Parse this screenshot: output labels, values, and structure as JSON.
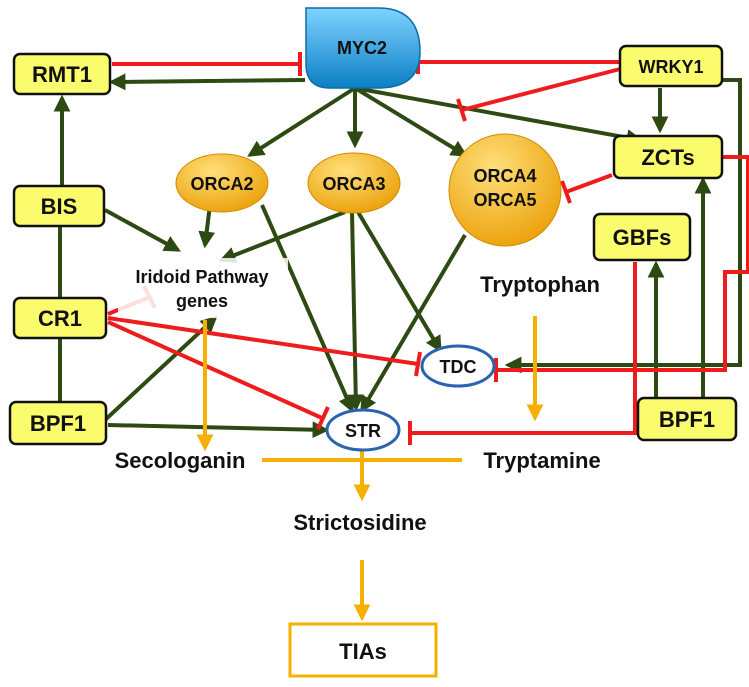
{
  "nodes": {
    "myc2": "MYC2",
    "rmt1": "RMT1",
    "wrky1": "WRKY1",
    "bis": "BIS",
    "cr1": "CR1",
    "bpf1_left": "BPF1",
    "zcts": "ZCTs",
    "gbfs": "GBFs",
    "bpf1_right": "BPF1",
    "orca2": "ORCA2",
    "orca3": "ORCA3",
    "orca45_line1": "ORCA4",
    "orca45_line2": "ORCA5",
    "iridoid_line1": "Iridoid Pathway",
    "iridoid_line2": "genes",
    "tryptophan": "Tryptophan",
    "tdc": "TDC",
    "str": "STR",
    "secologanin": "Secologanin",
    "tryptamine": "Tryptamine",
    "strictosidine": "Strictosidine",
    "tias": "TIAs"
  },
  "colors": {
    "activation": "#2d4a12",
    "repression": "#ee1c1c",
    "metabolic": "#f7b000",
    "box_fill": "#fbfb6e",
    "myc2_fill": "#1b9ee0",
    "orca_fill": "#f2b000",
    "enzyme_border": "#2a64b0"
  }
}
